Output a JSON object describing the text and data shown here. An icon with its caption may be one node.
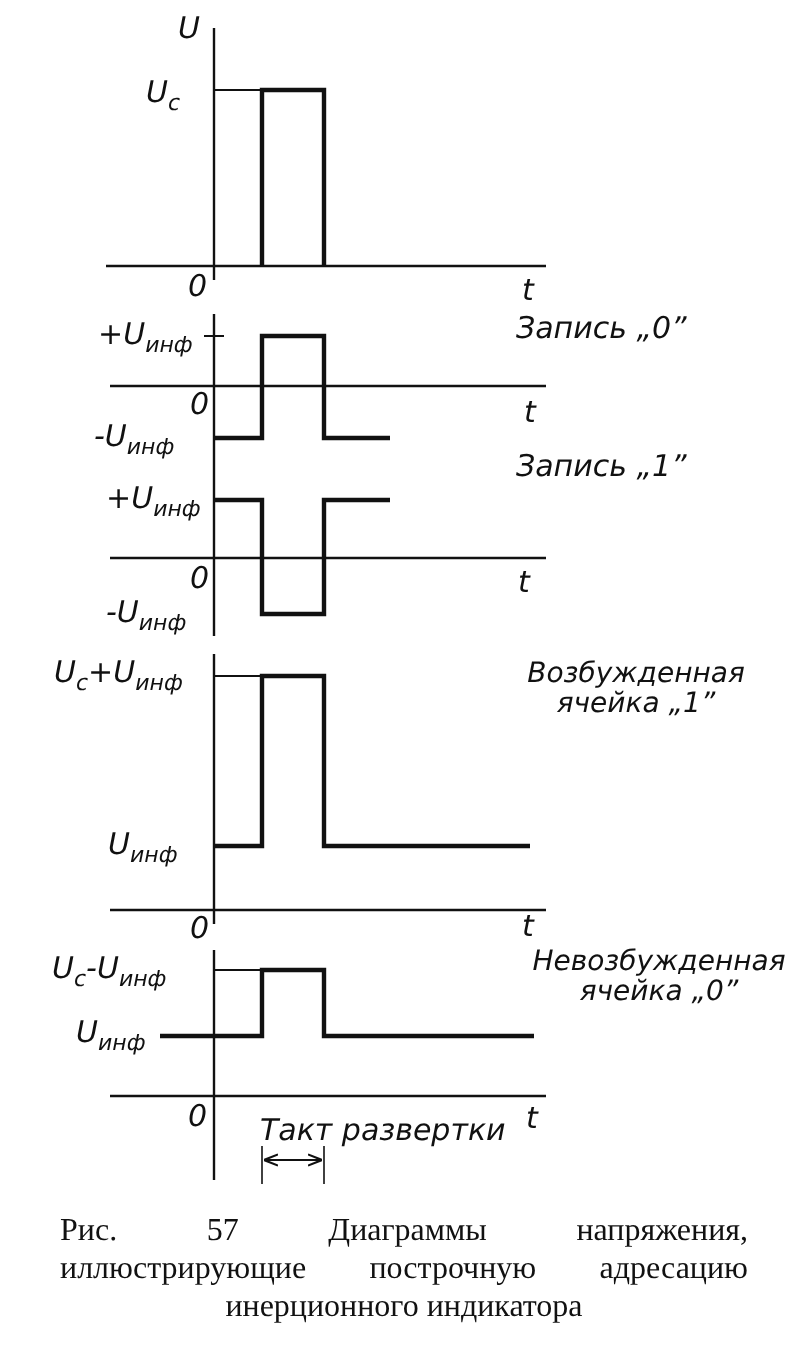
{
  "diagram": {
    "caption": "Рис. 57 Диаграммы напряжения, иллюстрирующие построчную адресацию инерционного индикатора",
    "labels": [
      "U",
      "U$_{c}$",
      "0",
      "t",
      "+U$_{инф}$",
      "Запись „0”",
      "0",
      "t",
      "-U$_{инф}$",
      "Запись „1”",
      "+U$_{инф}$",
      "0",
      "t",
      "-U$_{инф}$",
      "U$_{c}$+U$_{инф}$",
      "Возбужденная ячейка „1”",
      "U$_{инф}$",
      "0",
      "t",
      "Невозбужденная ячейка „0”",
      "U$_{c}$-U$_{инф}$",
      "U$_{инф}$",
      "0",
      "t",
      "Такт развертки"
    ]
  }
}
